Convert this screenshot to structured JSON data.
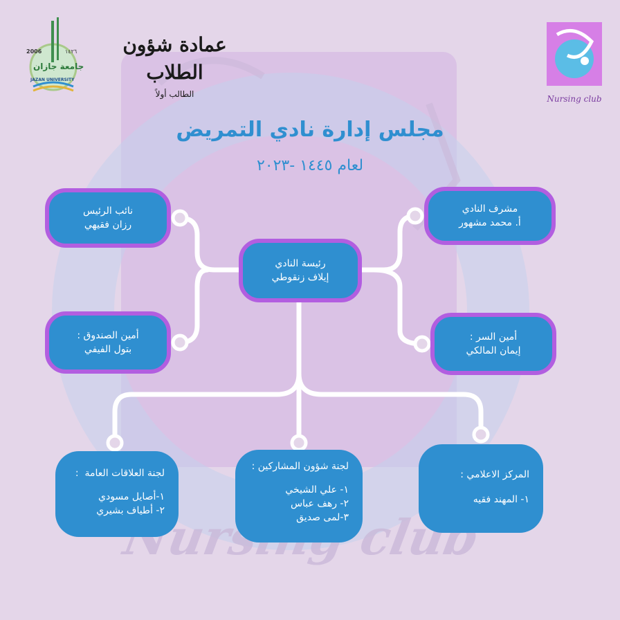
{
  "logos": {
    "university": {
      "year_left": "2006",
      "year_right": "١٤٢٦",
      "arabic": "جامعة جازان",
      "english": "JAZAN UNIVERSITY"
    },
    "deanship": {
      "name": "عمادة شؤون الطلاب",
      "slogan": "الطالب أولاً"
    },
    "club": {
      "caption": "Nursing club"
    }
  },
  "title": "مجلس إدارة نادي التمريض",
  "subtitle": "لعام ١٤٤٥ -٢٠٢٣",
  "watermark": "Nursing club",
  "nodes": {
    "president": {
      "role": "رئيسة النادي",
      "name": "إيلاف زنقوطي"
    },
    "vice_president": {
      "role": "نائب الرئيس",
      "name": "رزان فقيهي"
    },
    "supervisor": {
      "role": "مشرف النادي",
      "name": "أ. محمد مشهور"
    },
    "treasurer": {
      "role": "أمين الصندوق :",
      "name": "بتول الفيفي"
    },
    "secretary": {
      "role": "أمين السر :",
      "name": "إيمان المالكي"
    },
    "media": {
      "title": "المركز الاعلامي :",
      "members": [
        "١- المهند فقيه"
      ]
    },
    "participants": {
      "title": "لجنة شؤون المشاركين :",
      "members": [
        "١- علي الشيخي",
        "٢- رهف عباس",
        "٣-لمى صديق"
      ]
    },
    "public_relations": {
      "title": "لجنة العلاقات العامة  :",
      "members": [
        "١-أصايل مسودي",
        "٢- أطياف بشيري"
      ]
    }
  },
  "colors": {
    "background": "#e4d6e9",
    "node_fill": "#2f8fd0",
    "node_border": "#b25ee0",
    "title": "#2f8fd0",
    "connector": "#ffffff"
  }
}
